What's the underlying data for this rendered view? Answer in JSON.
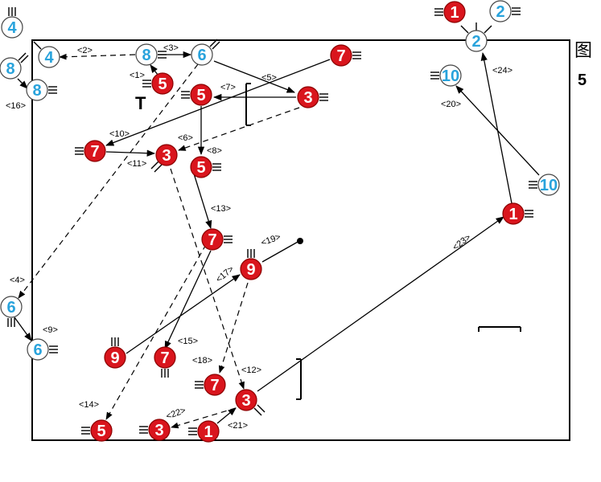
{
  "figure": {
    "char": "图",
    "number": "5"
  },
  "colors": {
    "attacker": "#d9151d",
    "defender_stroke": "#29a3dc",
    "defender_fill": "#ffffff",
    "line": "#000000"
  },
  "markers": {
    "t_marker": "T"
  },
  "players": [
    {
      "id": "d4a",
      "num": "4",
      "team": "defender"
    },
    {
      "id": "d4b",
      "num": "4",
      "team": "defender"
    },
    {
      "id": "d8a",
      "num": "8",
      "team": "defender"
    },
    {
      "id": "d8b",
      "num": "8",
      "team": "defender"
    },
    {
      "id": "d8c",
      "num": "8",
      "team": "defender"
    },
    {
      "id": "d6a",
      "num": "6",
      "team": "defender"
    },
    {
      "id": "a1top",
      "num": "1",
      "team": "attacker"
    },
    {
      "id": "d2a",
      "num": "2",
      "team": "defender"
    },
    {
      "id": "d2b",
      "num": "2",
      "team": "defender"
    },
    {
      "id": "d10a",
      "num": "10",
      "team": "defender"
    },
    {
      "id": "d10b",
      "num": "10",
      "team": "defender"
    },
    {
      "id": "a7a",
      "num": "7",
      "team": "attacker"
    },
    {
      "id": "a5a",
      "num": "5",
      "team": "attacker"
    },
    {
      "id": "a5b",
      "num": "5",
      "team": "attacker"
    },
    {
      "id": "a3a",
      "num": "3",
      "team": "attacker"
    },
    {
      "id": "a7b",
      "num": "7",
      "team": "attacker"
    },
    {
      "id": "a3b",
      "num": "3",
      "team": "attacker"
    },
    {
      "id": "a5c",
      "num": "5",
      "team": "attacker"
    },
    {
      "id": "a1mid",
      "num": "1",
      "team": "attacker"
    },
    {
      "id": "a7c",
      "num": "7",
      "team": "attacker"
    },
    {
      "id": "a9a",
      "num": "9",
      "team": "attacker"
    },
    {
      "id": "d6b",
      "num": "6",
      "team": "defender"
    },
    {
      "id": "d6c",
      "num": "6",
      "team": "defender"
    },
    {
      "id": "a9b",
      "num": "9",
      "team": "attacker"
    },
    {
      "id": "a7d",
      "num": "7",
      "team": "attacker"
    },
    {
      "id": "a7e",
      "num": "7",
      "team": "attacker"
    },
    {
      "id": "a3c",
      "num": "3",
      "team": "attacker"
    },
    {
      "id": "a5d",
      "num": "5",
      "team": "attacker"
    },
    {
      "id": "a3d",
      "num": "3",
      "team": "attacker"
    },
    {
      "id": "a1bot",
      "num": "1",
      "team": "attacker"
    }
  ],
  "labels": [
    {
      "id": "L1",
      "text": "<1>"
    },
    {
      "id": "L2",
      "text": "<2>"
    },
    {
      "id": "L3",
      "text": "<3>"
    },
    {
      "id": "L4",
      "text": "<4>"
    },
    {
      "id": "L5",
      "text": "<5>"
    },
    {
      "id": "L6",
      "text": "<6>"
    },
    {
      "id": "L7",
      "text": "<7>"
    },
    {
      "id": "L8",
      "text": "<8>"
    },
    {
      "id": "L9",
      "text": "<9>"
    },
    {
      "id": "L10",
      "text": "<10>"
    },
    {
      "id": "L11",
      "text": "<11>"
    },
    {
      "id": "L12",
      "text": "<12>"
    },
    {
      "id": "L13",
      "text": "<13>"
    },
    {
      "id": "L14",
      "text": "<14>"
    },
    {
      "id": "L15",
      "text": "<15>"
    },
    {
      "id": "L16",
      "text": "<16>"
    },
    {
      "id": "L17",
      "text": "<17>"
    },
    {
      "id": "L18",
      "text": "<18>"
    },
    {
      "id": "L19",
      "text": "<19>"
    },
    {
      "id": "L20",
      "text": "<20>"
    },
    {
      "id": "L21",
      "text": "<21>"
    },
    {
      "id": "L22",
      "text": "<22>"
    },
    {
      "id": "L23",
      "text": "<23>"
    },
    {
      "id": "L24",
      "text": "<24>"
    }
  ]
}
